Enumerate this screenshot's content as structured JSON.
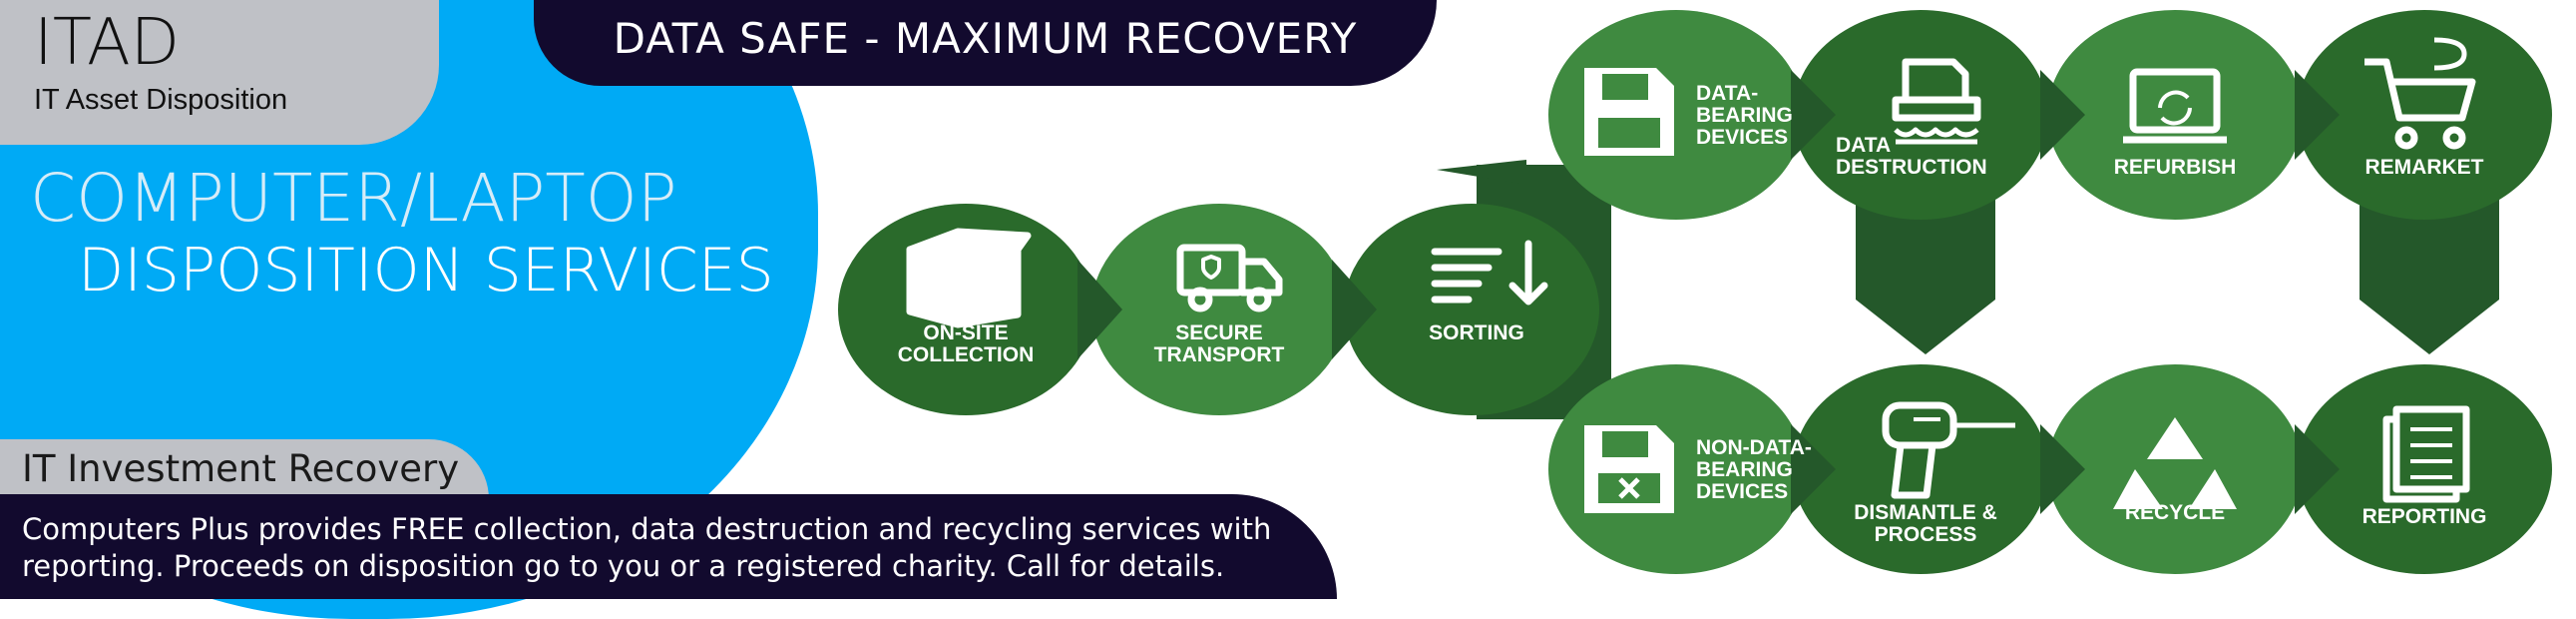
{
  "brand": {
    "title": "ITAD",
    "subtitle": "IT Asset Disposition"
  },
  "top_banner": "DATA SAFE - MAXIMUM RECOVERY",
  "headline": {
    "line1": "COMPUTER/LAPTOP",
    "line2": "DISPOSITION SERVICES"
  },
  "investment_label": "IT Investment Recovery",
  "description": {
    "line1": "Computers Plus provides FREE collection, data destruction and recycling services with",
    "line2": "reporting. Proceeds on disposition go to you or a registered charity.  Call for details."
  },
  "colors": {
    "sky_blue": "#00aaf5",
    "navy": "#120a2e",
    "grey": "#bfc1c6",
    "dark_green": "#2a6a2b",
    "light_green": "#3f8a40",
    "arrow_green": "#24582a"
  },
  "process": {
    "onsite": {
      "lines": [
        "ON-SITE",
        "COLLECTION"
      ],
      "icon": "box-icon"
    },
    "transport": {
      "lines": [
        "SECURE",
        "TRANSPORT"
      ],
      "icon": "truck-icon"
    },
    "sorting": {
      "lines": [
        "SORTING"
      ],
      "icon": "sort-icon"
    },
    "data_bearing": {
      "lines": [
        "DATA-",
        "BEARING",
        "DEVICES"
      ],
      "icon": "floppy-disk-icon"
    },
    "data_destruction": {
      "lines": [
        "DATA",
        "DESTRUCTION"
      ],
      "icon": "shredder-icon"
    },
    "refurbish": {
      "lines": [
        "REFURBISH"
      ],
      "icon": "laptop-recycle-icon"
    },
    "remarket": {
      "lines": [
        "REMARKET"
      ],
      "icon": "cart-icon"
    },
    "non_data": {
      "lines": [
        "NON-DATA-",
        "BEARING",
        "DEVICES"
      ],
      "icon": "floppy-disk-x-icon"
    },
    "dismantle": {
      "lines": [
        "DISMANTLE &",
        "PROCESS"
      ],
      "icon": "drill-icon"
    },
    "recycle": {
      "lines": [
        "RECYCLE"
      ],
      "icon": "recycle-icon"
    },
    "reporting": {
      "lines": [
        "REPORTING"
      ],
      "icon": "document-icon"
    }
  }
}
